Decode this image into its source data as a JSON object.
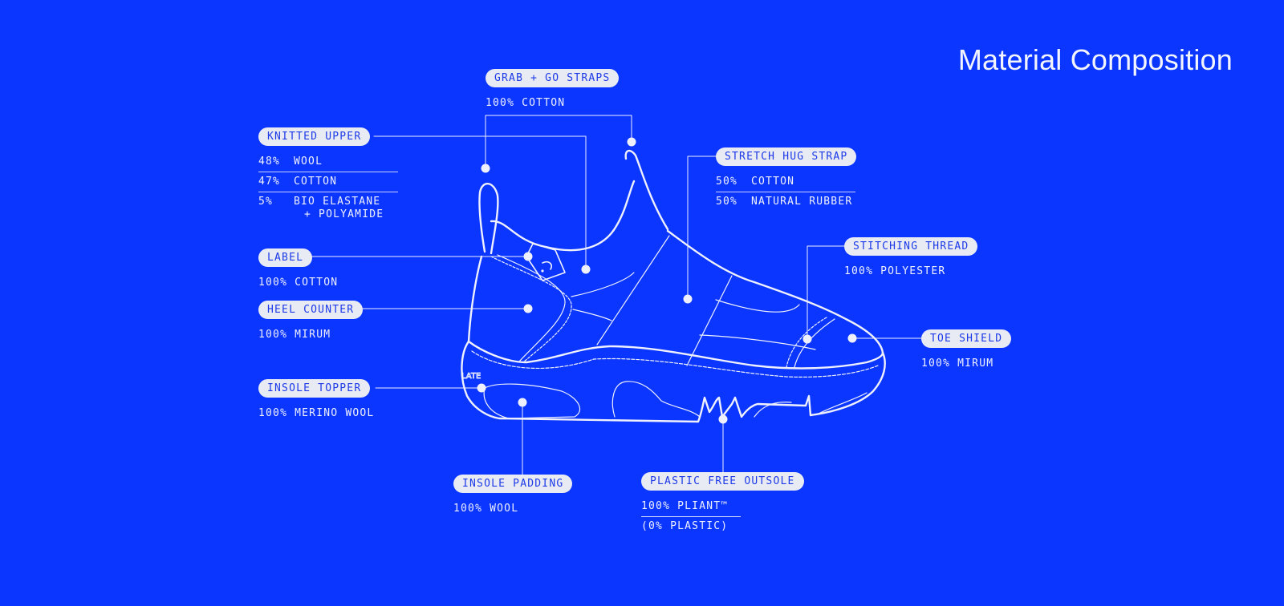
{
  "title": "Material Composition",
  "callouts": {
    "grab_go_straps": {
      "label": "GRAB + GO STRAPS",
      "lines": [
        "100% COTTON"
      ]
    },
    "knitted_upper": {
      "label": "KNITTED UPPER",
      "rows": [
        {
          "pct": "48%",
          "material": "WOOL"
        },
        {
          "pct": "47%",
          "material": "COTTON"
        },
        {
          "pct": "5%",
          "material": "BIO ELASTANE",
          "material_sub": "+  POLYAMIDE"
        }
      ]
    },
    "stretch_hug_strap": {
      "label": "STRETCH HUG STRAP",
      "rows": [
        {
          "pct": "50%",
          "material": "COTTON"
        },
        {
          "pct": "50%",
          "material": "NATURAL RUBBER"
        }
      ]
    },
    "stitching_thread": {
      "label": "STITCHING THREAD",
      "lines": [
        "100% POLYESTER"
      ]
    },
    "label": {
      "label": "LABEL",
      "lines": [
        "100% COTTON"
      ]
    },
    "heel_counter": {
      "label": "HEEL COUNTER",
      "lines": [
        "100% MIRUM"
      ]
    },
    "toe_shield": {
      "label": "TOE SHIELD",
      "lines": [
        "100% MIRUM"
      ]
    },
    "insole_topper": {
      "label": "INSOLE TOPPER",
      "lines": [
        "100% MERINO WOOL"
      ]
    },
    "insole_padding": {
      "label": "INSOLE PADDING",
      "lines": [
        "100% WOOL"
      ]
    },
    "plastic_free_outsole": {
      "label": "PLASTIC FREE OUTSOLE",
      "lines": [
        "100% PLIANT™",
        "(0%  PLASTIC)"
      ]
    }
  },
  "shoe_logo_text": "LATE",
  "colors": {
    "background": "#0a36ff",
    "pill_bg": "#e9ebf4",
    "pill_text": "#1d3ae8",
    "line": "#eef0ff"
  }
}
